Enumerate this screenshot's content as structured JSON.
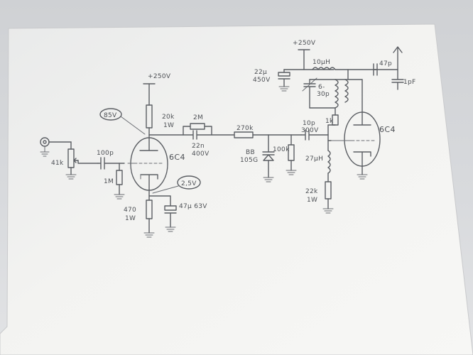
{
  "labels": {
    "supply_left": "+250V",
    "supply_right": "+250V",
    "r_plate_1_value": "20k",
    "r_plate_1_power": "1W",
    "r_2m": "2M",
    "c_22n_value": "22n",
    "c_22n_voltage": "400V",
    "r_270k": "270k",
    "diode_value": "BB",
    "diode_part": "105G",
    "r_100k": "100k",
    "c_10p_value": "10p",
    "c_10p_voltage": "300V",
    "r_1k": "1k",
    "ind_27uh": "27μH",
    "r_22k_value": "22k",
    "r_22k_power": "1W",
    "c_22u_value": "22μ",
    "c_22u_voltage": "450V",
    "ind_10uh": "10μH",
    "c_trim_a": "6-",
    "c_trim_b": "30p",
    "c_47p": "47p",
    "c_1p": "1pF",
    "tube_1": "6C4",
    "tube_2": "6C4",
    "pot_41k": "41k",
    "c_100p": "100p",
    "r_grid_1m": "1M",
    "r_cathode_value": "470",
    "r_cathode_power": "1W",
    "c_cathode": "47μ 63V",
    "volt_plate": "85V",
    "volt_cathode": "2,5V"
  },
  "colors": {
    "paper": "#f2f2f0",
    "pencil": "#5b5e63",
    "background": "#d3d5d8"
  }
}
